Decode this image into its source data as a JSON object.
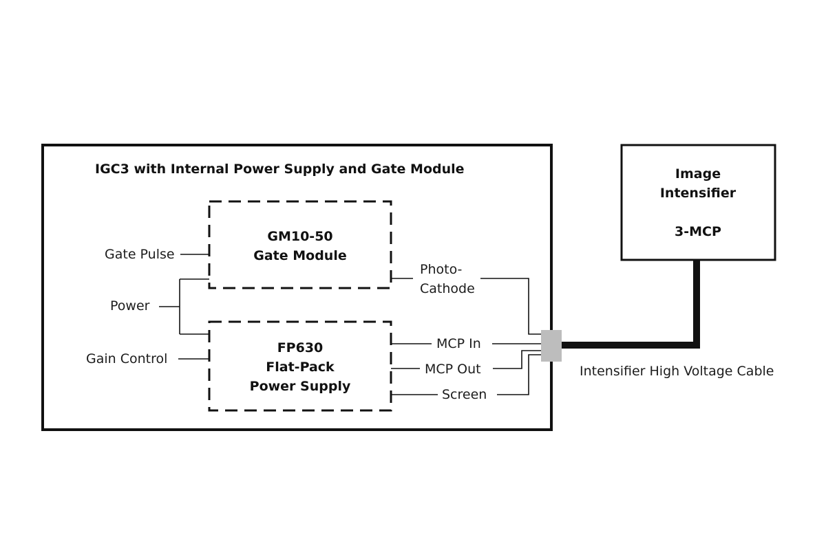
{
  "outer_box": {
    "title": "IGC3 with Internal Power Supply and Gate Module"
  },
  "gate_module": {
    "line1": "GM10-50",
    "line2": "Gate Module"
  },
  "power_supply": {
    "line1": "FP630",
    "line2": "Flat-Pack",
    "line3": "Power Supply"
  },
  "inputs": {
    "gate_pulse": "Gate Pulse",
    "power": "Power",
    "gain_control": "Gain Control"
  },
  "outputs": {
    "photocathode_1": "Photo-",
    "photocathode_2": "Cathode",
    "mcp_in": "MCP In",
    "mcp_out": "MCP Out",
    "screen": "Screen"
  },
  "intensifier": {
    "line1": "Image",
    "line2": "Intensifier",
    "line3": "3-MCP"
  },
  "cable_label": "Intensifier High Voltage Cable",
  "colors": {
    "line": "#111111",
    "connector": "#bdbdbd",
    "background": "#ffffff"
  }
}
